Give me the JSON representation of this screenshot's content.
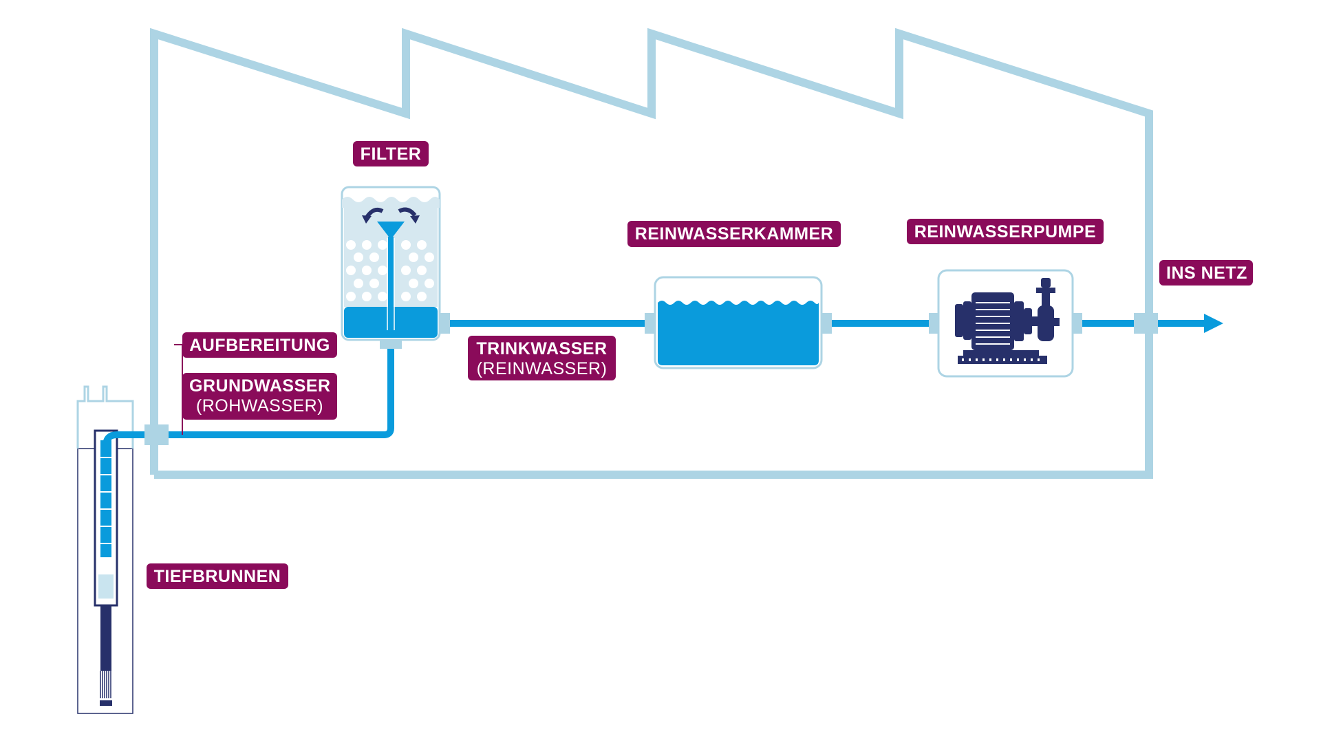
{
  "labels": {
    "filter": "FILTER",
    "reinwasserkammer": "REINWASSERKAMMER",
    "reinwasserpumpe": "REINWASSERPUMPE",
    "ins_netz": "INS NETZ",
    "aufbereitung": "AUFBEREITUNG",
    "grundwasser": "GRUNDWASSER",
    "grundwasser_sub": "(ROHWASSER)",
    "trinkwasser": "TRINKWASSER",
    "trinkwasser_sub": "(REINWASSER)",
    "tiefbrunnen": "TIEFBRUNNEN"
  },
  "colors": {
    "label_bg": "#8a0b5a",
    "label_text": "#ffffff",
    "water": "#0a9bdc",
    "building_outline": "#add4e4",
    "machine": "#27306a",
    "tank_light": "#d6e8f0"
  }
}
